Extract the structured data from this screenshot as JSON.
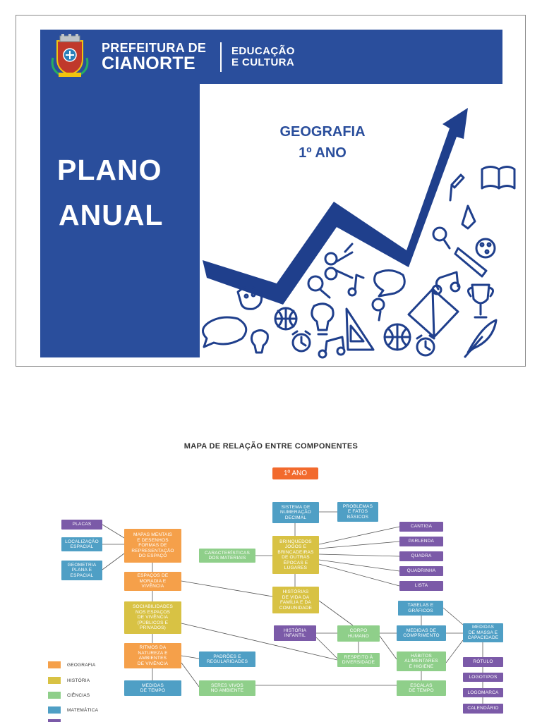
{
  "cover": {
    "org_line1": "PREFEITURA DE",
    "org_line2": "CIANORTE",
    "dept_line1": "EDUCAÇÃO",
    "dept_line2": "E CULTURA",
    "title_line1": "PLANO",
    "title_line2": "ANUAL",
    "subject": "GEOGRAFIA",
    "grade": "1º ANO",
    "colors": {
      "brand_blue": "#2a4e9c"
    },
    "icons": [
      "crest-icon",
      "arrow-up-icon",
      "book-icon",
      "pencil-icon",
      "magnifier-icon",
      "palette-icon",
      "scissors-icon",
      "music-note-icon",
      "speech-bubble-icon",
      "trophy-icon",
      "basketball-icon",
      "lightbulb-icon",
      "ruler-triangle-icon",
      "alarm-clock-icon",
      "feather-icon"
    ]
  },
  "map": {
    "title": "MAPA DE RELAÇÃO ENTRE COMPONENTES",
    "year_badge": "1º ANO",
    "nodes": {
      "placas": "PLACAS",
      "localizacao": "LOCALIZAÇÃO\nESPACIAL",
      "geometria": "GEOMETRIA\nPLANA E\nESPACIAL",
      "mapas": "MAPAS MENTAIS\nE DESENHOS\nFORMAS DE\nREPRESENTAÇÃO\nDO ESPAÇO",
      "espacos": "ESPAÇOS DE\nMORADIA E\nVIVÊNCIA",
      "sociabilidades": "SOCIABILIDADES\nNOS ESPAÇOS\nDE VIVÊNCIA\n(PÚBLICOS E\nPRIVADOS)",
      "ritmos": "RITMOS DA\nNATUREZA E\nAMBIENTES\nDE VIVÊNCIA",
      "medidas_tempo": "MEDIDAS\nDE TEMPO",
      "caracteristicas": "CARACTERÍSTICAS\nDOS MATERIAIS",
      "padroes": "PADRÕES E\nREGULARIDADES",
      "seres_vivos": "SERES VIVOS\nNO AMBIENTE",
      "sistema": "SISTEMA DE\nNUMERAÇÃO\nDECIMAL",
      "problemas": "PROBLEMAS\nE FATOS\nBÁSICOS",
      "brinquedos": "BRINQUEDOS\nJOGOS E\nBRINCADEIRAS\nDE OUTRAS\nÉPOCAS E\nLUGARES",
      "historias": "HISTÓRIAS\nDE VIDA DA\nFAMÍLIA E DA\nCOMUNIDADE",
      "historia_infantil": "HISTÓRIA\nINFANTIL",
      "corpo": "CORPO\nHUMANO",
      "respeito": "RESPEITO À\nDIVERSIDADE",
      "cantiga": "CANTIGA",
      "parlenda": "PARLENDA",
      "quadra": "QUADRA",
      "quadrinha": "QUADRINHA",
      "lista": "LISTA",
      "tabelas": "TABELAS E\nGRÁFICOS",
      "medidas_comprimento": "MEDIDAS DE\nCOMPRIMENTO",
      "medidas_massa": "MEDIDAS\nDE MASSA E\nCAPACIDADE",
      "habitos": "HÁBITOS\nALIMENTARES\nE HIGIENE",
      "escalas": "ESCALAS\nDE TEMPO",
      "rotulo": "RÓTULO",
      "logotipos": "LOGOTIPOS",
      "logomarca": "LOGOMARCA",
      "calendario": "CALENDÁRIO"
    },
    "legend": [
      {
        "label": "GEOGRAFIA",
        "color": "#f5a04a"
      },
      {
        "label": "HISTÓRIA",
        "color": "#d8c244"
      },
      {
        "label": "CIÊNCIAS",
        "color": "#8fcf8a"
      },
      {
        "label": "MATEMÁTICA",
        "color": "#4f9fc5"
      }
    ]
  }
}
